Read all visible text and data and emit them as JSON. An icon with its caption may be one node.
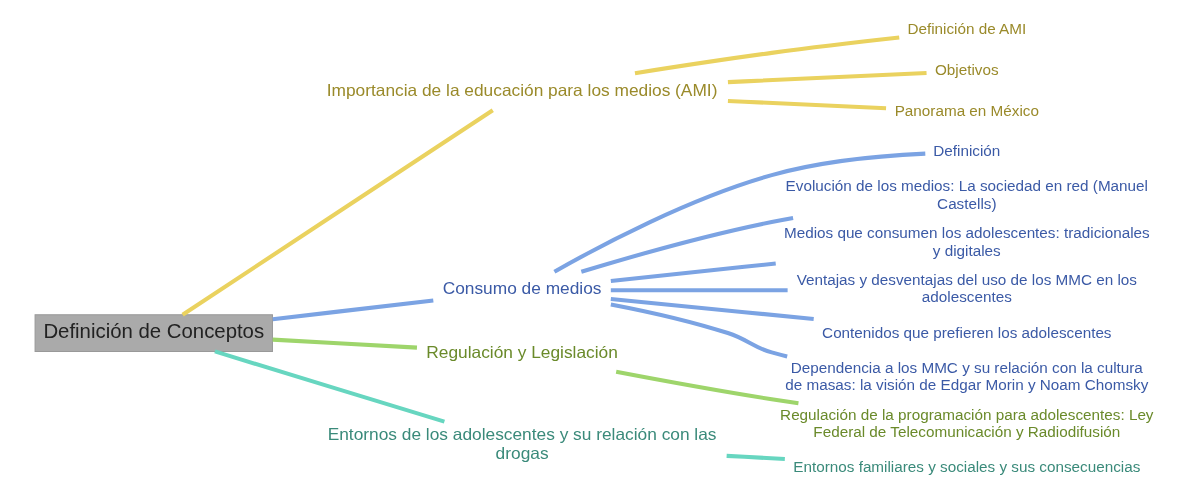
{
  "diagram": {
    "nodes": [
      {
        "text": [
          "Definición de Conceptos"
        ]
      },
      {
        "text": [
          "Importancia de la educación para los medios (AMI)"
        ]
      },
      {
        "text": [
          "Definición de AMI"
        ]
      },
      {
        "text": [
          "Objetivos"
        ]
      },
      {
        "text": [
          "Panorama en México"
        ]
      },
      {
        "text": [
          "Consumo de medios"
        ]
      },
      {
        "text": [
          "Definición"
        ]
      },
      {
        "text": [
          "Evolución de los medios: La sociedad en red (Manuel Castells)"
        ]
      },
      {
        "text": [
          "Medios que consumen los adolescentes: tradicionales y digitales"
        ]
      },
      {
        "text": [
          "Ventajas y desventajas del uso de los MMC en los adolescentes"
        ]
      },
      {
        "text": [
          "Contenidos que prefieren los adolescentes"
        ]
      },
      {
        "text": [
          "Dependencia a los MMC y su relación con la cultura de masas: la visión de Edgar Morin y Noam Chomsky"
        ]
      },
      {
        "text": [
          "Regulación y Legislación"
        ]
      },
      {
        "text": [
          "Regulación de la programación para adolescentes: Ley Federal de Telecomunicación y Radiodifusión"
        ]
      },
      {
        "text": [
          "Entornos de los adolescentes y su relación con las drogas"
        ]
      },
      {
        "text": [
          "Entornos familiares y sociales y sus consecuencias"
        ]
      }
    ],
    "edges": [
      {
        "from": 0,
        "to": 1,
        "arrow": "none",
        "color": "#ead25f"
      },
      {
        "from": 1,
        "to": 2,
        "arrow": "none",
        "color": "#ead25f"
      },
      {
        "from": 1,
        "to": 3,
        "arrow": "none",
        "color": "#ead25f"
      },
      {
        "from": 1,
        "to": 4,
        "arrow": "none",
        "color": "#ead25f"
      },
      {
        "from": 0,
        "to": 5,
        "arrow": "none"
      },
      {
        "from": 5,
        "to": 6,
        "arrow": "none"
      },
      {
        "from": 5,
        "to": 7,
        "arrow": "none"
      },
      {
        "from": 5,
        "to": 8,
        "arrow": "none"
      },
      {
        "from": 5,
        "to": 9,
        "arrow": "none"
      },
      {
        "from": 5,
        "to": 10,
        "arrow": "none"
      },
      {
        "from": 5,
        "to": 11,
        "arrow": "none"
      },
      {
        "from": 0,
        "to": 12,
        "arrow": "none",
        "color": "#9ed56b"
      },
      {
        "from": 12,
        "to": 13,
        "arrow": "none",
        "color": "#9ed56b"
      },
      {
        "from": 0,
        "to": 14,
        "arrow": "none",
        "color": "#67d6c0"
      },
      {
        "from": 14,
        "to": 15,
        "arrow": "none",
        "color": "#67d6c0"
      }
    ]
  }
}
